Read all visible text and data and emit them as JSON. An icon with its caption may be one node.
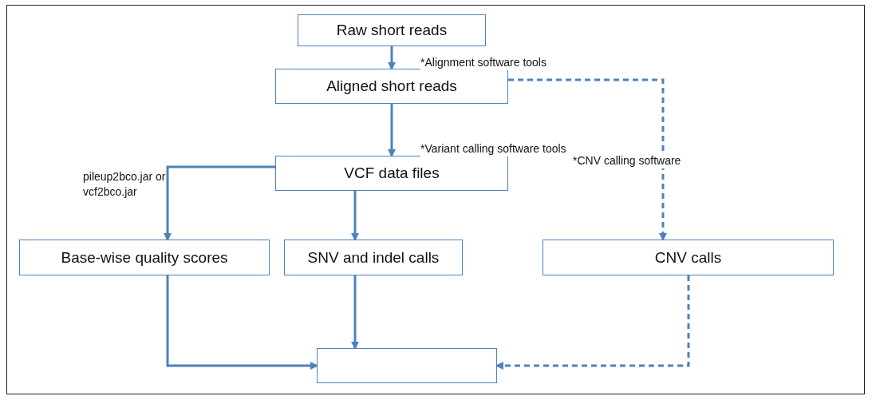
{
  "diagram": {
    "nodes": [
      {
        "text": [
          "Raw short reads"
        ]
      },
      {
        "text": [
          "Aligned short reads"
        ]
      },
      {
        "text": [
          "VCF data files"
        ]
      },
      {
        "text": [
          "Base-wise quality scores"
        ]
      },
      {
        "text": [
          "SNV and indel calls"
        ]
      },
      {
        "text": [
          "CNV calls"
        ]
      },
      {
        "text": [],
        "shape": "box"
      }
    ],
    "edges": [
      {
        "from": 0,
        "to": 1,
        "arrow": "to",
        "label": "*Alignment software tools"
      },
      {
        "from": 1,
        "to": 2,
        "arrow": "to",
        "label": "*Variant calling software tools"
      },
      {
        "from": 1,
        "to": 5,
        "arrow": "to",
        "style": "dashed",
        "label": "*CNV calling software"
      },
      {
        "from": 2,
        "to": 3,
        "arrow": "to",
        "label": "pileup2bco.jar or vcf2bco.jar"
      },
      {
        "from": 2,
        "to": 4,
        "arrow": "to"
      },
      {
        "from": 4,
        "to": 6,
        "arrow": "to"
      },
      {
        "from": 3,
        "to": 6,
        "arrow": "to"
      },
      {
        "from": 5,
        "to": 6,
        "arrow": "to",
        "style": "dashed"
      }
    ]
  }
}
